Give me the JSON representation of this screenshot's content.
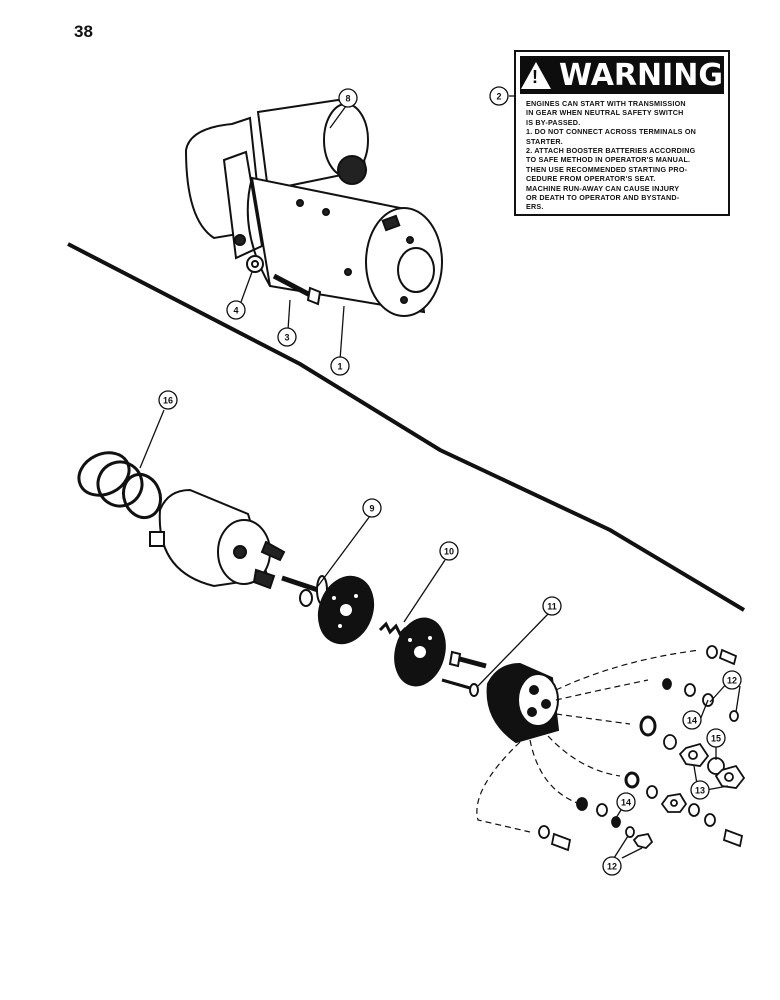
{
  "page": {
    "number": "38"
  },
  "warning": {
    "title": "WARNING",
    "lines": [
      "ENGINES CAN START WITH TRANSMISSION",
      "IN GEAR WHEN NEUTRAL SAFETY SWITCH",
      "IS BY-PASSED.",
      "1. DO NOT CONNECT ACROSS TERMINALS ON",
      "STARTER.",
      "2. ATTACH BOOSTER BATTERIES ACCORDING",
      "TO SAFE METHOD IN OPERATOR'S MANUAL.",
      "THEN USE RECOMMENDED STARTING PRO-",
      "CEDURE FROM OPERATOR'S SEAT.",
      "MACHINE RUN-AWAY CAN CAUSE INJURY",
      "OR DEATH TO OPERATOR AND BYSTAND-",
      "ERS."
    ]
  },
  "callouts": {
    "c1": "1",
    "c2": "2",
    "c3": "3",
    "c4": "4",
    "c8": "8",
    "c9": "9",
    "c10": "10",
    "c11": "11",
    "c12a": "12",
    "c12b": "12",
    "c13": "13",
    "c14a": "14",
    "c14b": "14",
    "c15": "15",
    "c16": "16"
  }
}
